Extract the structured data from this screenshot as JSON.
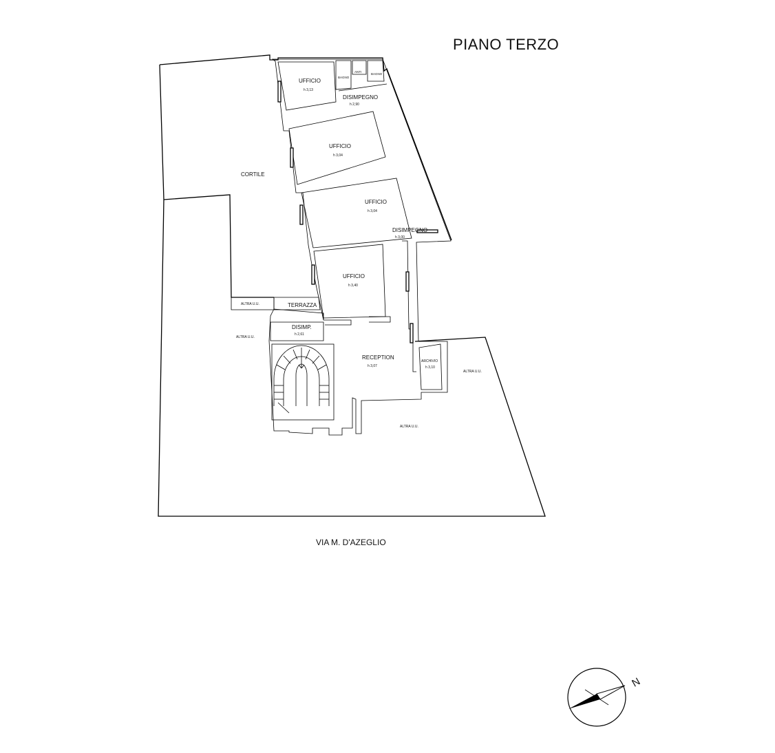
{
  "title": "PIANO TERZO",
  "street": "VIA M. D'AZEGLIO",
  "rooms": {
    "ufficio_1": {
      "name": "UFFICIO",
      "height": "h 3,13"
    },
    "bagno_1": "BAGNO",
    "anti": "ANTI",
    "bagno_2": "BAGNO",
    "disimpegno_1": {
      "name": "DISIMPEGNO",
      "height": "h 2,90"
    },
    "ufficio_2": {
      "name": "UFFICIO",
      "height": "h 3,04"
    },
    "cortile": "CORTILE",
    "ufficio_3": {
      "name": "UFFICIO",
      "height": "h 3,04"
    },
    "disimpegno_2": {
      "name": "DISIMPEGNO",
      "height": "h 3,00"
    },
    "ufficio_4": {
      "name": "UFFICIO",
      "height": "h 3,40"
    },
    "altra_uu_1": "ALTRA U.U.",
    "terrazza": "TERRAZZA",
    "disimp": {
      "name": "DISIMP.",
      "height": "h 2,61"
    },
    "altra_uu_2": "ALTRA U.U.",
    "reception": {
      "name": "RECEPTION",
      "height": "h 3,07"
    },
    "archivio": {
      "name": "ARCHIVIO",
      "height": "h 3,10"
    },
    "altra_uu_3": "ALTRA U.U.",
    "altra_uu_4": "ALTRA U.U."
  },
  "compass": {
    "label": "N"
  }
}
